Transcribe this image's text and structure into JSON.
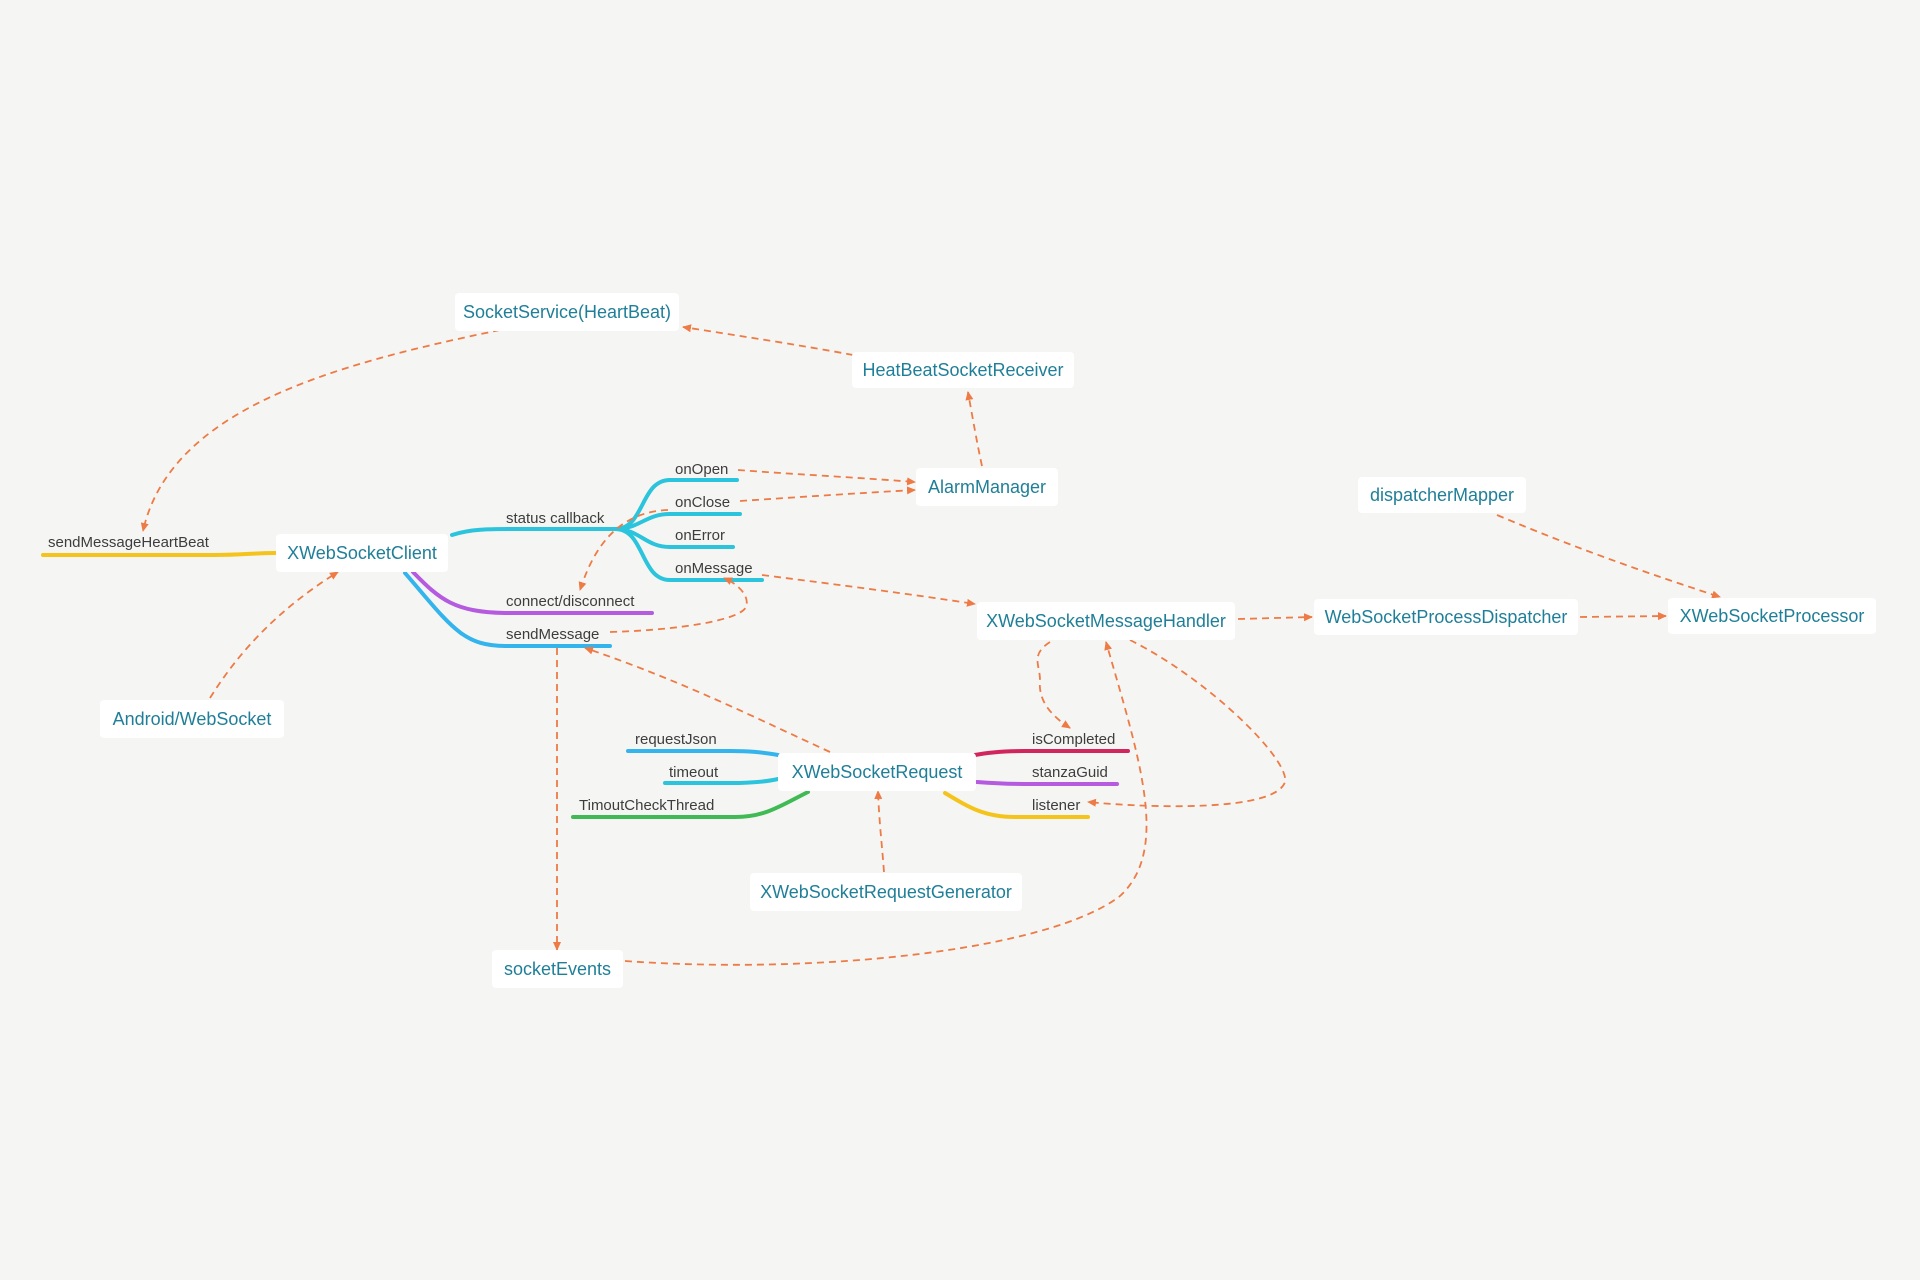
{
  "colors": {
    "background": "#f5f6f3",
    "node_text": "#1f7f98",
    "arrow": "#ee7a45",
    "cyan": "#2bc4dc",
    "blue": "#33b4ec",
    "purple": "#b45be0",
    "yellow": "#f4c41c",
    "green": "#3fba55",
    "crimson": "#d1255d"
  },
  "nodes": {
    "socket_service": "SocketService(HeartBeat)",
    "heartbeat_receiver": "HeatBeatSocketReceiver",
    "alarm_manager": "AlarmManager",
    "dispatcher_mapper": "dispatcherMapper",
    "xws_client": "XWebSocketClient",
    "android_websocket": "Android/WebSocket",
    "message_handler": "XWebSocketMessageHandler",
    "process_dispatcher": "WebSocketProcessDispatcher",
    "processor": "XWebSocketProcessor",
    "request": "XWebSocketRequest",
    "request_generator": "XWebSocketRequestGenerator",
    "socket_events": "socketEvents"
  },
  "branches": {
    "send_heartbeat": "sendMessageHeartBeat",
    "status_callback": "status callback",
    "on_open": "onOpen",
    "on_close": "onClose",
    "on_error": "onError",
    "on_message": "onMessage",
    "connect_disconnect": "connect/disconnect",
    "send_message": "sendMessage",
    "request_json": "requestJson",
    "timeout": "timeout",
    "timeout_thread": "TimoutCheckThread",
    "is_completed": "isCompleted",
    "stanza_guid": "stanzaGuid",
    "listener": "listener"
  }
}
